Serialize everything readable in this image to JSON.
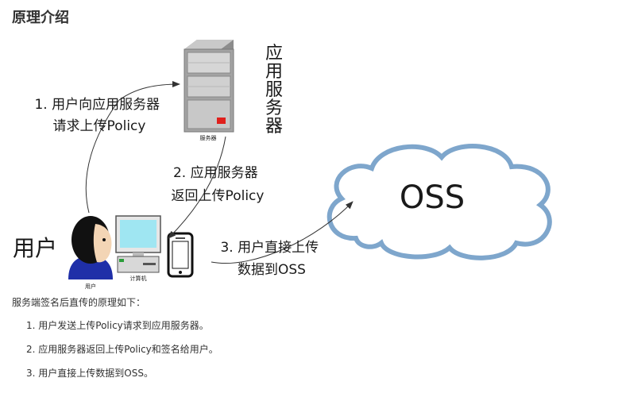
{
  "page": {
    "title": "原理介绍",
    "intro": "服务端签名后直传的原理如下：",
    "steps": [
      "1. 用户发送上传Policy请求到应用服务器。",
      "2. 应用服务器返回上传Policy和签名给用户。",
      "3. 用户直接上传数据到OSS。"
    ]
  },
  "diagram": {
    "server_label": [
      "应",
      "用",
      "服",
      "务",
      "器"
    ],
    "server_caption": "服务器",
    "oss_label": "OSS",
    "user_label": "用户",
    "user_caption": "用户",
    "computer_caption": "计算机",
    "step1": [
      "1. 用户向应用服务器",
      "请求上传Policy"
    ],
    "step2": [
      "2. 应用服务器",
      "返回上传Policy"
    ],
    "step3": [
      "3. 用户直接上传",
      "数据到OSS"
    ],
    "colors": {
      "server_body": "#9a9a9a",
      "server_light": "#d4d4d4",
      "server_led": "#e0201c",
      "cloud_stroke": "#7ea6cc",
      "monitor_screen": "#9fe6f2",
      "user_shirt": "#1f2fa8"
    }
  }
}
